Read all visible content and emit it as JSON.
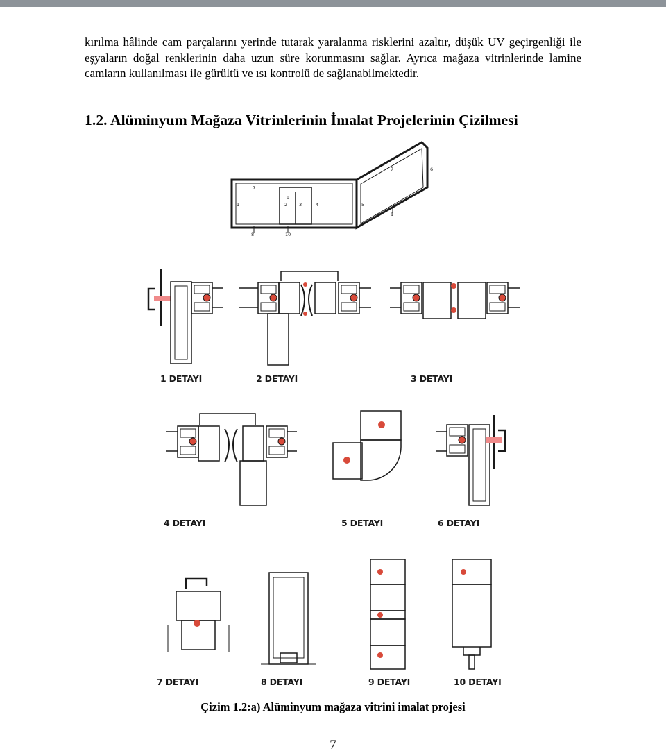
{
  "paragraph": "kırılma hâlinde cam parçalarını yerinde tutarak yaralanma risklerini azaltır, düşük UV geçirgenliği ile eşyaların doğal renklerinin daha uzun süre korunmasını sağlar. Ayrıca mağaza vitrinlerinde lamine camların kullanılması ile gürültü ve ısı kontrolü de sağlanabilmektedir.",
  "heading": "1.2. Alüminyum Mağaza Vitrinlerinin İmalat Projelerinin Çizilmesi",
  "plan_labels": [
    "1",
    "2",
    "3",
    "4",
    "5",
    "6",
    "7",
    "8",
    "9",
    "10"
  ],
  "details": [
    {
      "label": "1 DETAYI"
    },
    {
      "label": "2 DETAYI"
    },
    {
      "label": "3 DETAYI"
    },
    {
      "label": "4 DETAYI"
    },
    {
      "label": "5 DETAYI"
    },
    {
      "label": "6 DETAYI"
    },
    {
      "label": "7 DETAYI"
    },
    {
      "label": "8 DETAYI"
    },
    {
      "label": "9 DETAYI"
    },
    {
      "label": "10 DETAYI"
    }
  ],
  "caption": "Çizim 1.2:a) Alüminyum mağaza vitrini imalat projesi",
  "page_number": "7",
  "colors": {
    "line": "#1a1a1a",
    "gasket": "#d84a3a",
    "highlight": "#f08a8a",
    "topbar": "#8d9399"
  }
}
